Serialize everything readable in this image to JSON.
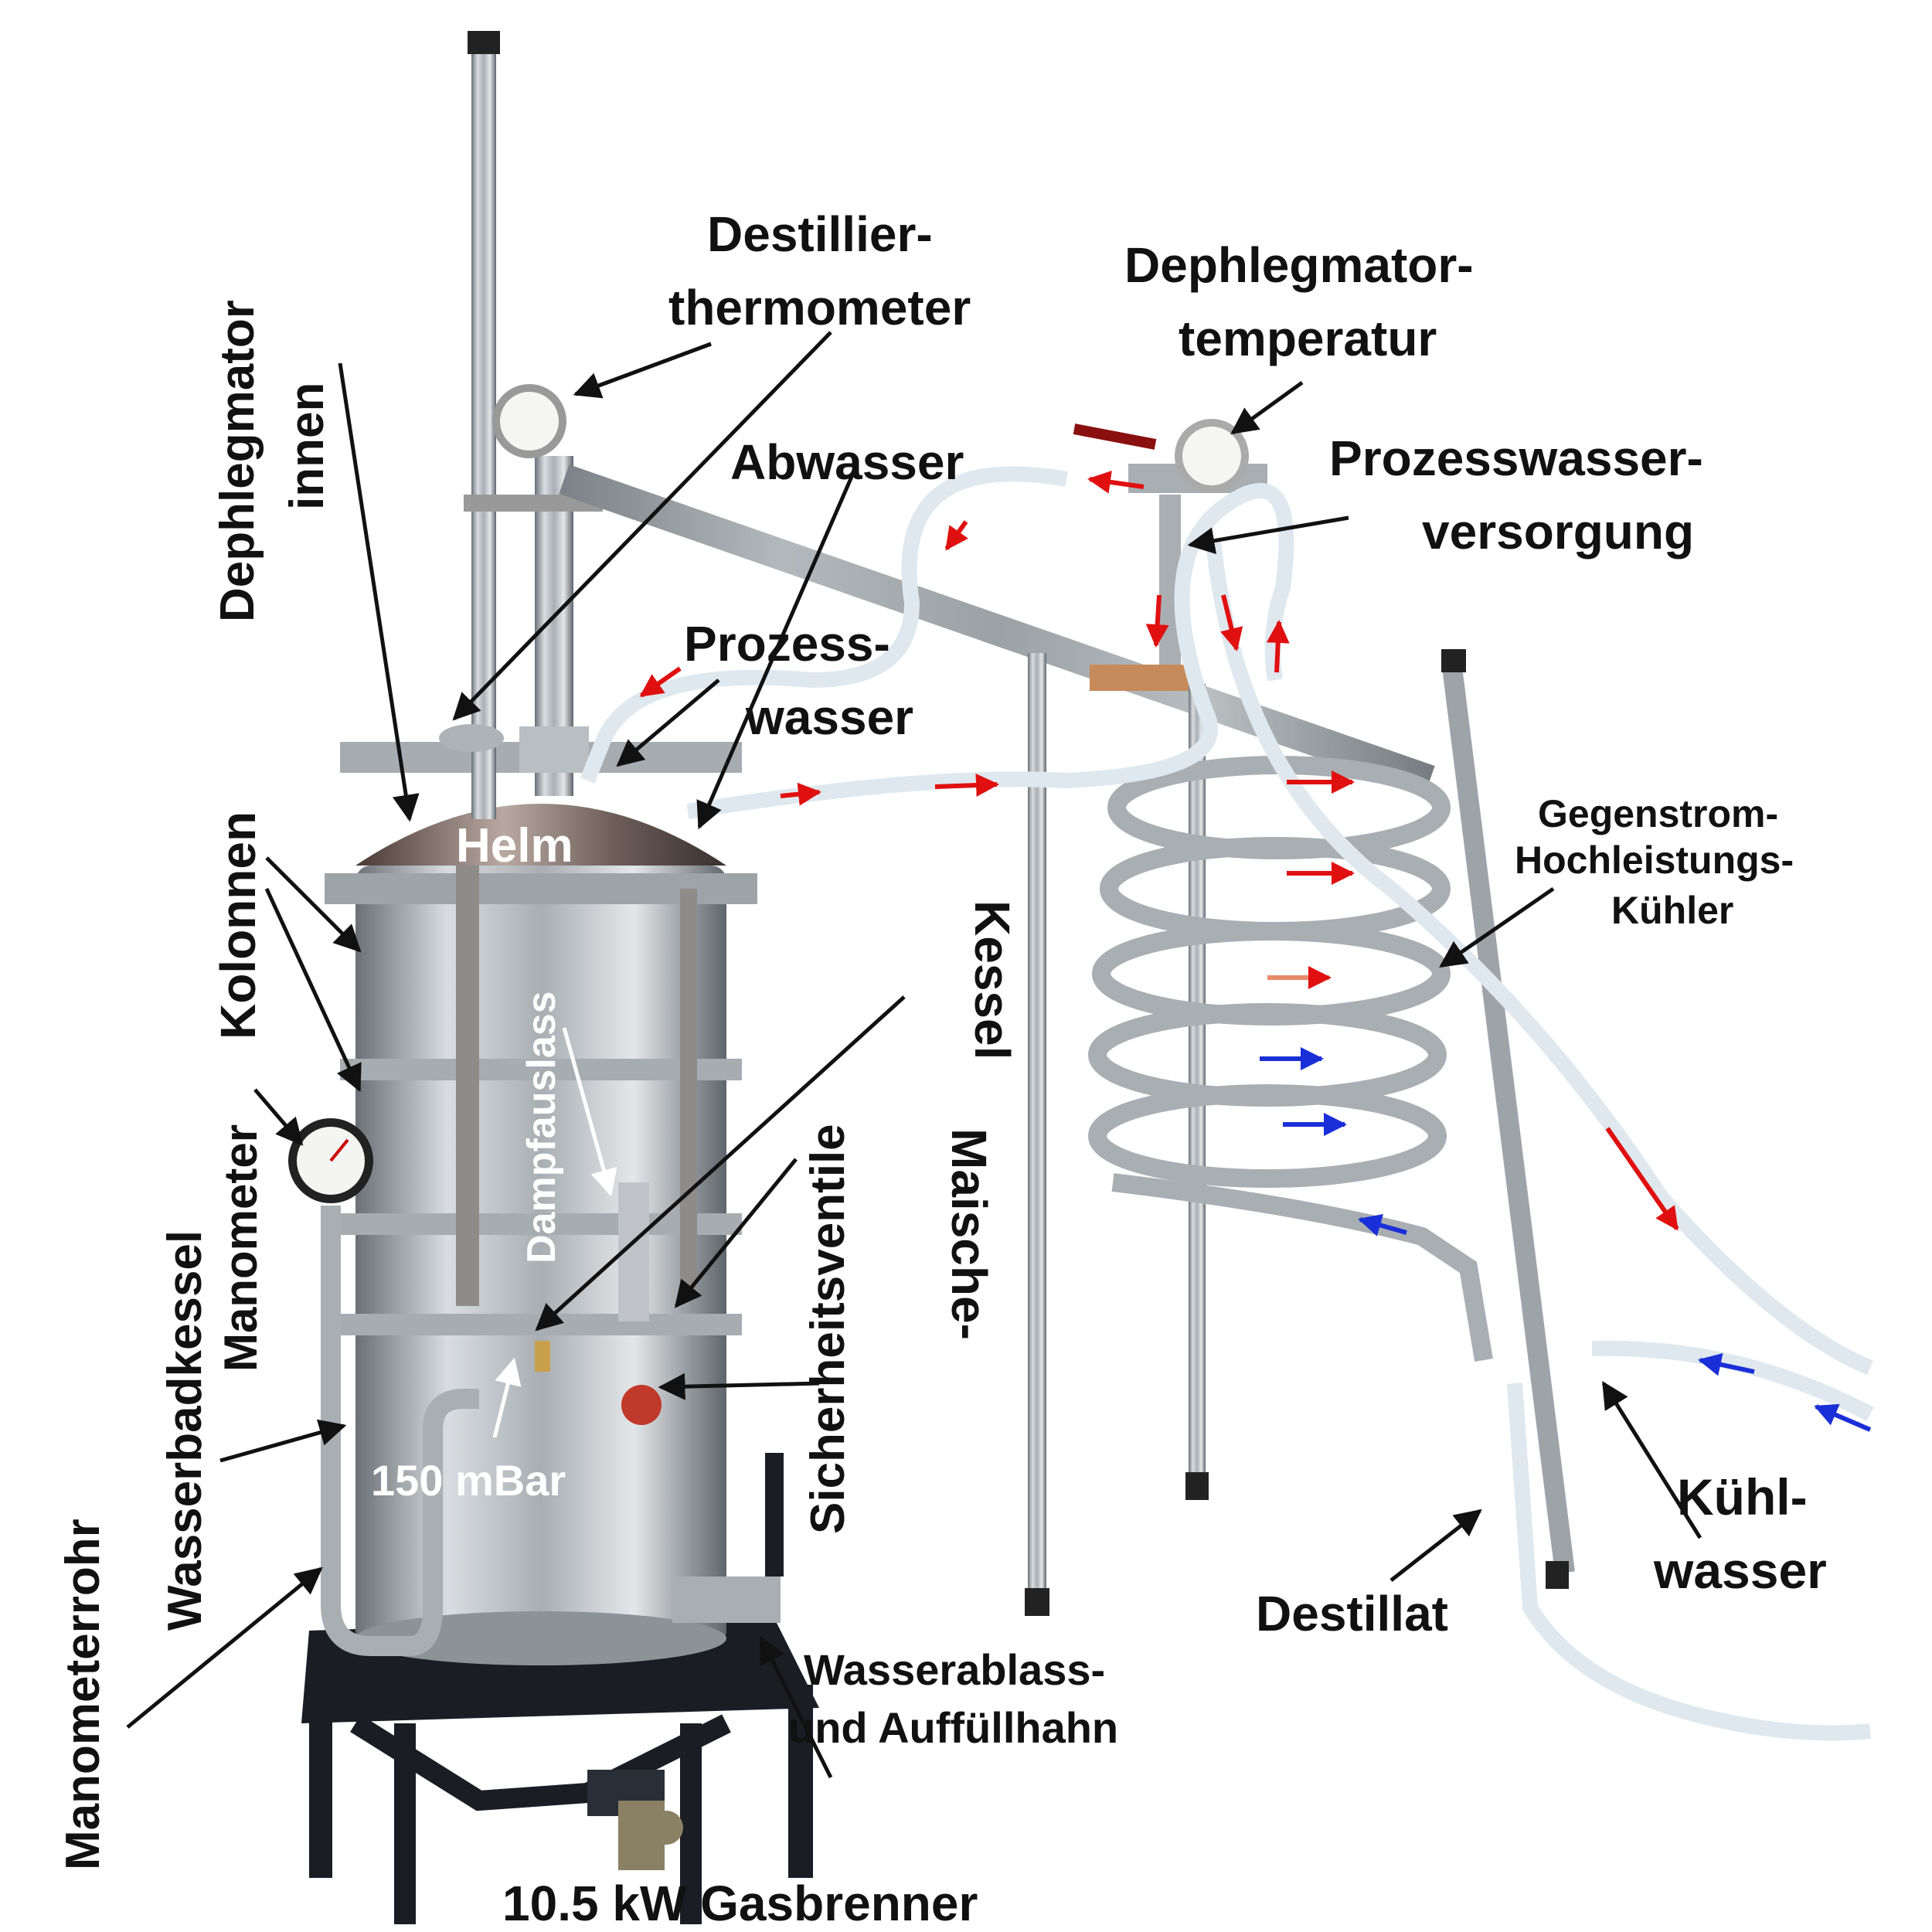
{
  "labels": {
    "destillierthermometer_1": "Destillier-",
    "destillierthermometer_2": "thermometer",
    "dephlegmatortemperatur_1": "Dephlegmator-",
    "dephlegmatortemperatur_2": "temperatur",
    "dephlegmator_innen_1": "Dephlegmator",
    "dephlegmator_innen_2": "innen",
    "abwasser": "Abwasser",
    "prozesswasserversorgung_1": "Prozesswasser-",
    "prozesswasserversorgung_2": "versorgung",
    "prozesswasser_1": "Prozess-",
    "prozesswasser_2": "wasser",
    "helm": "Helm",
    "kolonnen": "Kolonnen",
    "dampfauslass": "Dampfauslass",
    "maische_kessel_1": "Maische-",
    "maische_kessel_2": "Kessel",
    "gegenstrom_1": "Gegenstrom-",
    "gegenstrom_2": "Hochleistungs-",
    "gegenstrom_3": "Kühler",
    "sicherheitsventile": "Sicherheitsventile",
    "manometer": "Manometer",
    "wasserbadkessel": "Wasserbadkessel",
    "manometerrohr": "Manometerrohr",
    "mbar": "150 mBar",
    "kuehlwasser_1": "Kühl-",
    "kuehlwasser_2": "wasser",
    "destillat": "Destillat",
    "wasserablass_1": "Wasserablass-",
    "wasserablass_2": "und Auffüllhahn",
    "gasbrenner": "10.5 kW Gasbrenner"
  },
  "colors": {
    "steel": "#b7bcc0",
    "steel_dark": "#6f757a",
    "hose": "#dfe8ee",
    "hot_flow": "#e01010",
    "cold_flow": "#1a2fd8",
    "burner": "#1a1d24"
  }
}
